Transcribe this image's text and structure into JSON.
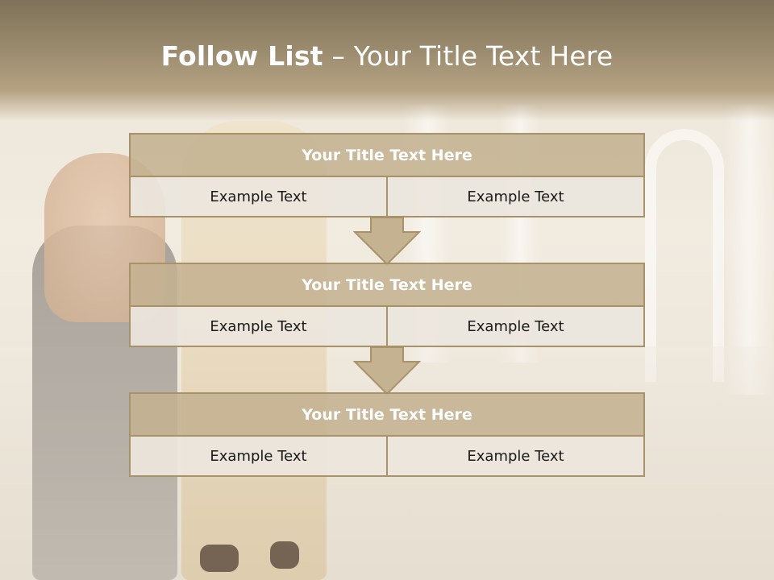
{
  "slide": {
    "title_bold": "Follow List",
    "title_rest": " – Your Title Text Here"
  },
  "blocks": [
    {
      "title": "Your Title Text Here",
      "left_text": "Example Text",
      "right_text": "Example Text"
    },
    {
      "title": "Your Title Text Here",
      "left_text": "Example Text",
      "right_text": "Example Text"
    },
    {
      "title": "Your Title Text Here",
      "left_text": "Example Text",
      "right_text": "Example Text"
    }
  ],
  "colors": {
    "header_band": "#9a8a6d",
    "block_header": "#c4b291",
    "block_border": "#a8926a",
    "cell_background": "#ece6dd",
    "arrow_fill": "#c4b291"
  },
  "icons": [
    "down-arrow-icon"
  ]
}
